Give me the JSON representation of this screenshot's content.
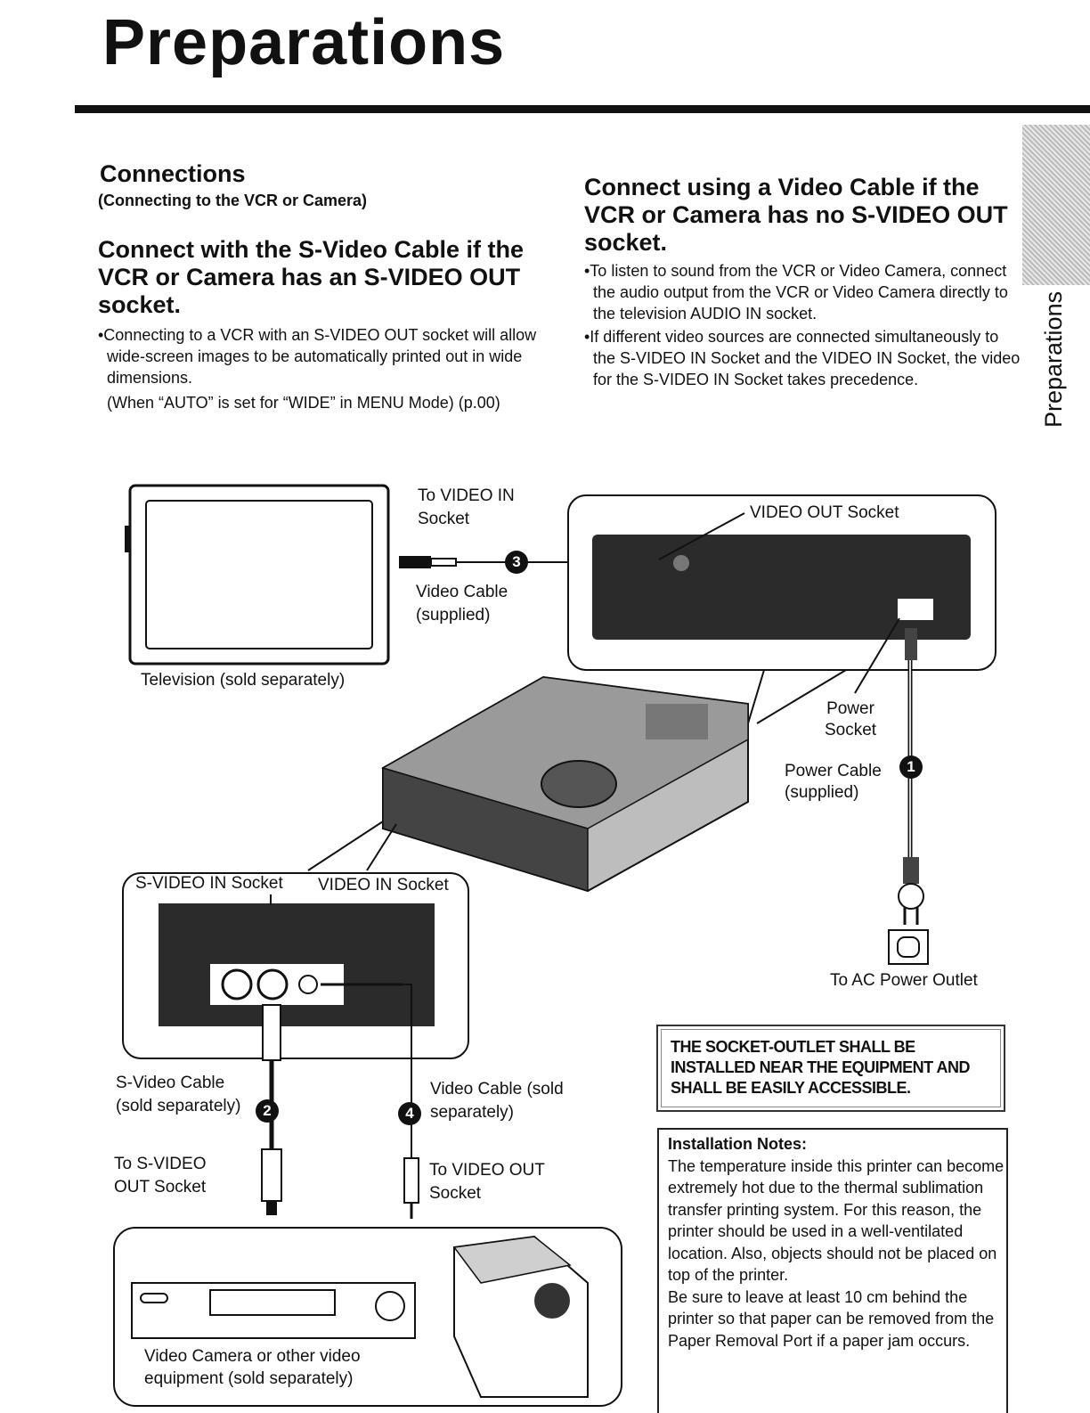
{
  "page": {
    "title": "Preparations",
    "side_tab": "Preparations"
  },
  "left": {
    "heading": "Connections",
    "subheading": "(Connecting to the VCR or Camera)",
    "section_title": "Connect with the S-Video Cable if the VCR or Camera has an S-VIDEO OUT socket.",
    "bullet": "•Connecting to a VCR with an S-VIDEO OUT socket will allow wide-screen images to be automatically printed out in wide dimensions.",
    "note": "(When “AUTO” is set for “WIDE” in MENU Mode) (p.00)"
  },
  "right": {
    "section_title": "Connect using a Video Cable if the VCR or Camera has no S-VIDEO OUT socket.",
    "bullet1": "•To listen to sound from the VCR or Video Camera, connect the audio output from the VCR or Video Camera directly to the television AUDIO IN socket.",
    "bullet2": "•If different video sources are connected simultaneously to the S-VIDEO IN Socket and the VIDEO IN Socket, the video for the S-VIDEO IN Socket takes precedence."
  },
  "diagram": {
    "to_video_in": "To VIDEO IN Socket",
    "video_cable_supplied": "Video Cable (supplied)",
    "television": "Television (sold separately)",
    "video_out_socket": "VIDEO OUT Socket",
    "power_socket": "Power Socket",
    "power_cable": "Power Cable (supplied)",
    "to_ac_outlet": "To AC Power Outlet",
    "svideo_in_socket": "S-VIDEO IN Socket",
    "video_in_socket": "VIDEO IN Socket",
    "svideo_cable": "S-Video Cable (sold separately)",
    "video_cable_sold": "Video Cable (sold separately)",
    "to_svideo_out": "To S-VIDEO OUT Socket",
    "to_video_out": "To VIDEO OUT Socket",
    "equipment": "Video Camera or other video equipment (sold separately)",
    "n1": "1",
    "n2": "2",
    "n3": "3",
    "n4": "4"
  },
  "warning": "THE SOCKET-OUTLET SHALL BE INSTALLED NEAR THE EQUIPMENT AND SHALL BE EASILY ACCESSIBLE.",
  "notes": {
    "title": "Installation Notes:",
    "text1": "The temperature inside this printer can become extremely hot due to the thermal sublimation transfer printing system. For this reason, the printer should be used in a well-ventilated location. Also, objects should not be placed on top of the printer.",
    "text2": "Be sure to leave at least 10 cm behind the printer so that paper can be removed from the Paper Removal Port if a paper jam occurs."
  }
}
